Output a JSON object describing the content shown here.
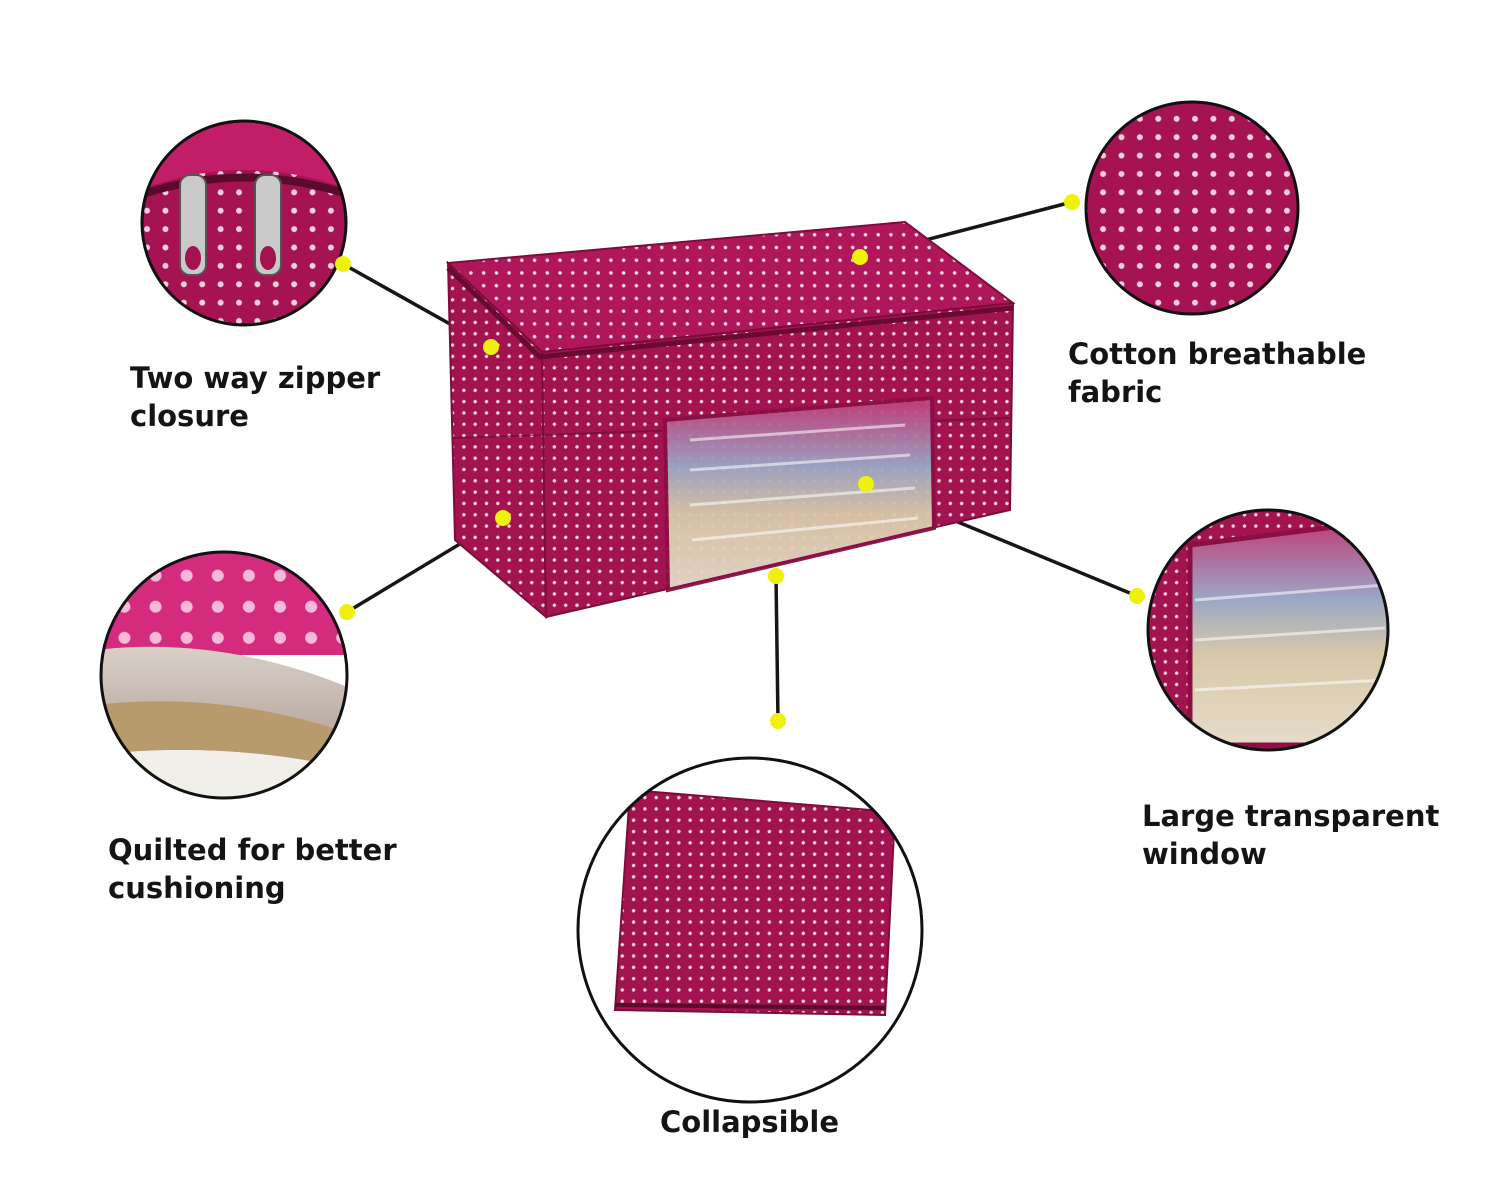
{
  "features": [
    {
      "id": "zipper",
      "lines": [
        "Two way zipper",
        "closure"
      ]
    },
    {
      "id": "fabric",
      "lines": [
        "Cotton breathable",
        "fabric"
      ]
    },
    {
      "id": "quilted",
      "lines": [
        "Quilted for better",
        "cushioning"
      ]
    },
    {
      "id": "window",
      "lines": [
        "Large transparent",
        "window"
      ]
    },
    {
      "id": "collapsible",
      "lines": [
        "Collapsible"
      ]
    }
  ],
  "colors": {
    "fabric": "#a3134f",
    "fabric_dark": "#7c0d3b",
    "dot": "#f3d6e2",
    "callout_dot": "#eef20a",
    "line": "#161616",
    "text": "#141414"
  }
}
